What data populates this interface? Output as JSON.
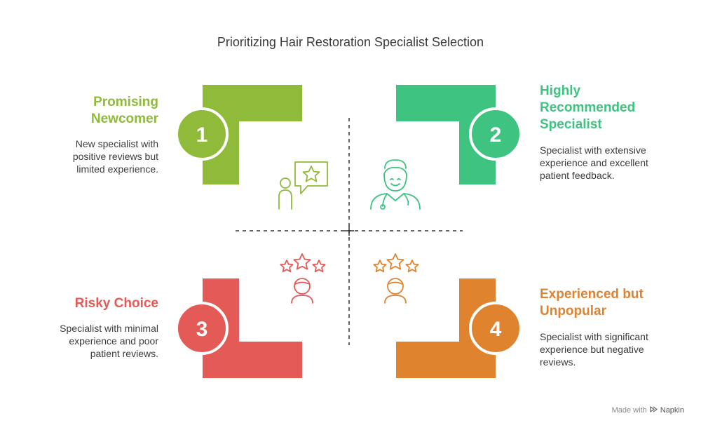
{
  "title": "Prioritizing Hair Restoration Specialist Selection",
  "colors": {
    "q1": "#8fba3a",
    "q2": "#3ec480",
    "q3": "#e35a57",
    "q4": "#e0832f",
    "axis": "#333333",
    "title": "#3a3a3a"
  },
  "quadrants": [
    {
      "number": "1",
      "title_lines": [
        "Promising",
        "Newcomer"
      ],
      "desc_lines": [
        "New specialist with",
        "positive reviews but",
        "limited experience."
      ],
      "icon": "person-review-star-icon"
    },
    {
      "number": "2",
      "title_lines": [
        "Highly",
        "Recommended",
        "Specialist"
      ],
      "desc_lines": [
        "Specialist with extensive",
        "experience and excellent",
        "patient feedback."
      ],
      "icon": "doctor-stethoscope-icon"
    },
    {
      "number": "3",
      "title_lines": [
        "Risky Choice"
      ],
      "desc_lines": [
        "Specialist with minimal",
        "experience and poor",
        "patient reviews."
      ],
      "icon": "person-stars-icon"
    },
    {
      "number": "4",
      "title_lines": [
        "Experienced but",
        "Unpopular"
      ],
      "desc_lines": [
        "Specialist with significant",
        "experience but negative",
        "reviews."
      ],
      "icon": "person-stars-icon"
    }
  ],
  "credit": {
    "prefix": "Made with",
    "brand": "Napkin"
  }
}
